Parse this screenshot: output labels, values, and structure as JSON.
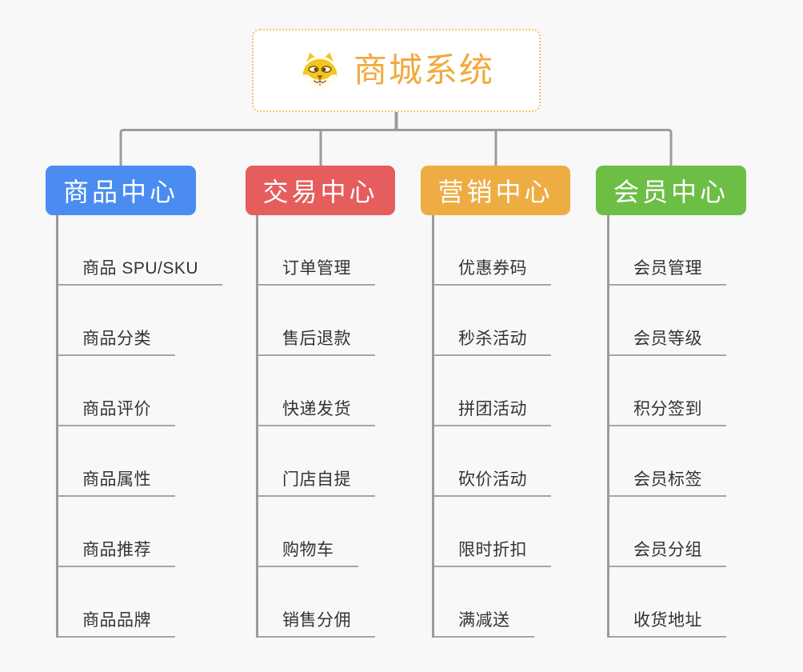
{
  "app": {
    "background_color": "#F8F8F8",
    "connector_color": "#9B9B9B",
    "leaf_line_color": "#A5A5A5",
    "leaf_text_color": "#333333"
  },
  "root": {
    "title": "商城系统",
    "icon": "shiba-dog-icon",
    "accent_color": "#F2A93D",
    "border_color": "#F5C26B"
  },
  "branches": [
    {
      "label": "商品中心",
      "color": "#4A8CF0",
      "children": [
        "商品 SPU/SKU",
        "商品分类",
        "商品评价",
        "商品属性",
        "商品推荐",
        "商品品牌"
      ]
    },
    {
      "label": "交易中心",
      "color": "#E65D5D",
      "children": [
        "订单管理",
        "售后退款",
        "快递发货",
        "门店自提",
        "购物车",
        "销售分佣"
      ]
    },
    {
      "label": "营销中心",
      "color": "#EDAD42",
      "children": [
        "优惠券码",
        "秒杀活动",
        "拼团活动",
        "砍价活动",
        "限时折扣",
        "满减送"
      ]
    },
    {
      "label": "会员中心",
      "color": "#6DBE45",
      "children": [
        "会员管理",
        "会员等级",
        "积分签到",
        "会员标签",
        "会员分组",
        "收货地址"
      ]
    }
  ]
}
